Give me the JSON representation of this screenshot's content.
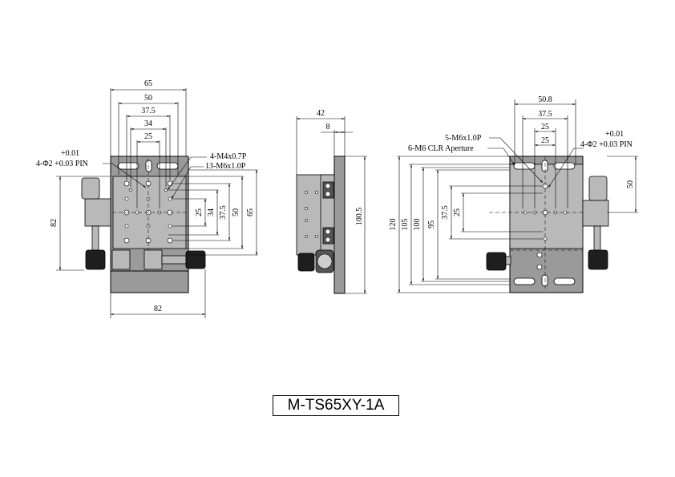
{
  "model": "M-TS65XY-1A",
  "top_view": {
    "dims": {
      "w65": "65",
      "w50": "50",
      "w37_5": "37.5",
      "w34": "34",
      "w25": "25",
      "h25": "25",
      "h34": "34",
      "h37_5": "37.5",
      "h50": "50",
      "h65": "65",
      "left82": "82",
      "bottom82": "82"
    },
    "notes": {
      "pin_tol": "+0.01",
      "pin": "4-Φ2 +0.03 PIN",
      "m4": "4-M4x0.7P",
      "m6": "13-M6x1.0P"
    }
  },
  "side_view": {
    "dims": {
      "w42": "42",
      "w8": "8",
      "h100_5": "100.5"
    }
  },
  "bracket_view": {
    "dims": {
      "w50_8": "50.8",
      "w37_5": "37.5",
      "w25a": "25",
      "w25b": "25",
      "h120": "120",
      "h105": "105",
      "h100": "100",
      "h95": "95",
      "h50": "50",
      "h37_5": "37.5",
      "h25": "25",
      "r50": "50"
    },
    "notes": {
      "m6_tap": "5-M6x1.0P",
      "m6_clr": "6-M6 CLR Aperture",
      "pin_tol": "+0.01",
      "pin": "4-Φ2 +0.03 PIN"
    }
  }
}
